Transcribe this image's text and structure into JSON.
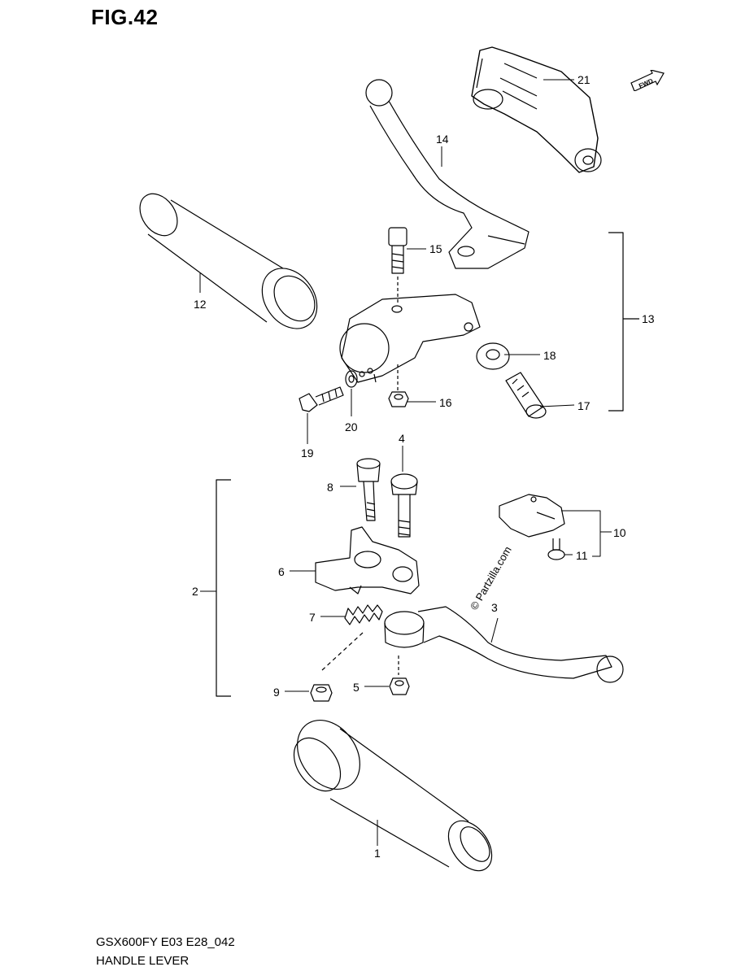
{
  "figure": {
    "title": "FIG.42",
    "model": "GSX600FY E03 E28_042",
    "name": "HANDLE LEVER"
  },
  "fwd_label": "FWD",
  "watermark": "© Partzilla.com",
  "parts": [
    {
      "id": "p1",
      "label": "1",
      "name": "grip-left-bottom"
    },
    {
      "id": "p2",
      "label": "2",
      "name": "clutch-holder-assy"
    },
    {
      "id": "p3",
      "label": "3",
      "name": "clutch-lever"
    },
    {
      "id": "p4",
      "label": "4",
      "name": "pivot-bolt"
    },
    {
      "id": "p5",
      "label": "5",
      "name": "nut"
    },
    {
      "id": "p6",
      "label": "6",
      "name": "lever-holder"
    },
    {
      "id": "p7",
      "label": "7",
      "name": "spring"
    },
    {
      "id": "p8",
      "label": "8",
      "name": "bolt"
    },
    {
      "id": "p9",
      "label": "9",
      "name": "nut"
    },
    {
      "id": "p10",
      "label": "10",
      "name": "switch"
    },
    {
      "id": "p11",
      "label": "11",
      "name": "screw"
    },
    {
      "id": "p12",
      "label": "12",
      "name": "grip-top"
    },
    {
      "id": "p13",
      "label": "13",
      "name": "lever-holder-assy"
    },
    {
      "id": "p14",
      "label": "14",
      "name": "front-brake-lever"
    },
    {
      "id": "p15",
      "label": "15",
      "name": "pivot-bolt"
    },
    {
      "id": "p16",
      "label": "16",
      "name": "nut"
    },
    {
      "id": "p17",
      "label": "17",
      "name": "adjuster"
    },
    {
      "id": "p18",
      "label": "18",
      "name": "locknut"
    },
    {
      "id": "p19",
      "label": "19",
      "name": "bolt"
    },
    {
      "id": "p20",
      "label": "20",
      "name": "washer"
    },
    {
      "id": "p21",
      "label": "21",
      "name": "lever-guard"
    }
  ]
}
